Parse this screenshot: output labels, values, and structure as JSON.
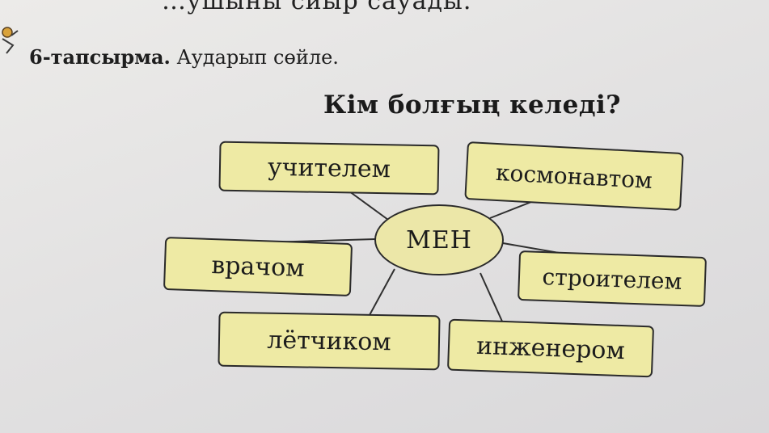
{
  "page": {
    "top_line": "…ушыны сиыр сауады.",
    "task_number": "6-тапсырма.",
    "task_text": " Аударып сөйле.",
    "title": "Кім болғың келеді?"
  },
  "diagram": {
    "center": "МЕН",
    "boxes": [
      "учителем",
      "космонавтом",
      "врачом",
      "строителем",
      "лётчиком",
      "инженером"
    ]
  },
  "colors": {
    "box_fill": "#eeeaa4",
    "center_fill": "#ece7a8",
    "outline": "#2a2a2a",
    "paper": "#e3e2e2"
  }
}
